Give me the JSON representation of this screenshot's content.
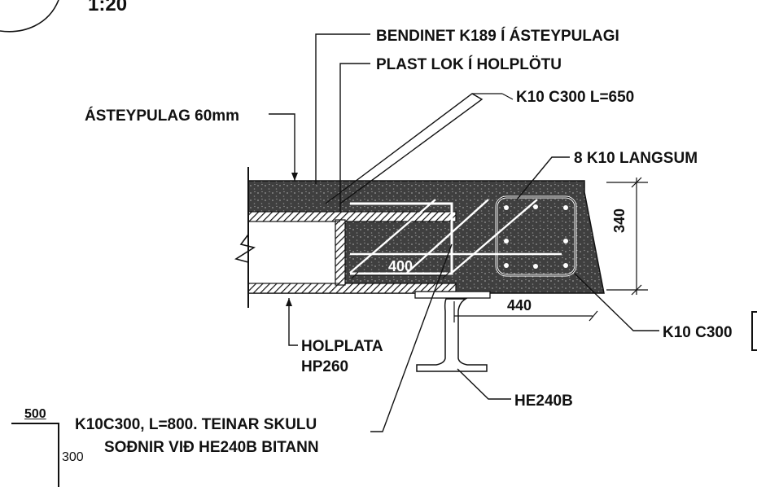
{
  "scale_text": "1:20",
  "labels": {
    "bendinet": "BENDINET K189 Í ÁSTEYPULAGI",
    "plast_lok": "PLAST LOK Í HOLPLÖTU",
    "k10_c300_l650": "K10 C300 L=650",
    "asteypulag": "ÁSTEYPULAG 60mm",
    "k10_langsum": "8 K10 LANGSUM",
    "holplata": "HOLPLATA",
    "hp260": "HP260",
    "k10_c300": "K10 C300",
    "he240b": "HE240B",
    "teinar_line1": "K10C300, L=800. TEINAR SKULU",
    "teinar_line2": "SOÐNIR VIÐ HE240B BITANN"
  },
  "dimensions": {
    "width_400": "400",
    "height_340": "340",
    "width_440": "440"
  },
  "inset_dimensions": {
    "width_500": "500",
    "height_300": "300"
  },
  "colors": {
    "ink": "#111111",
    "concrete": "#3f3f3f",
    "concrete_speckle": "#9a9a9a",
    "background": "#ffffff"
  }
}
